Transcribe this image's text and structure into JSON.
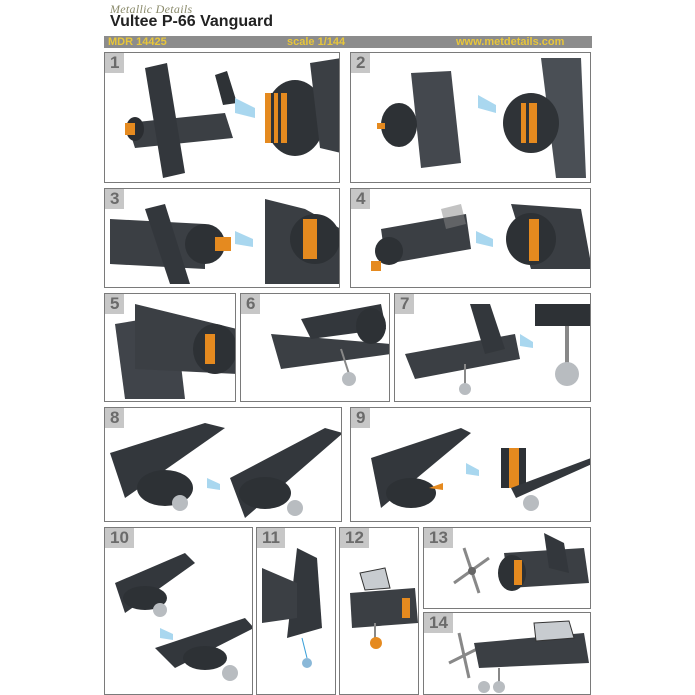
{
  "header": {
    "brand": "Metallic Details",
    "title": "Vultee P-66 Vanguard",
    "code": "MDR 14425",
    "scale": "scale 1/144",
    "website": "www.metdetails.com"
  },
  "steps": [
    "1",
    "2",
    "3",
    "4",
    "5",
    "6",
    "7",
    "8",
    "9",
    "10",
    "11",
    "12",
    "13",
    "14"
  ],
  "colors": {
    "aircraft": "#3b3f44",
    "aircraft_dark": "#24272b",
    "panel_line": "#5a6068",
    "photoetch": "#e58a1f",
    "arrow": "#a9d7ef",
    "wheel": "#b8bcc0",
    "guide": "#3aa0d8",
    "bar_bg": "#8c8c8c",
    "bar_text": "#e8c63a"
  }
}
